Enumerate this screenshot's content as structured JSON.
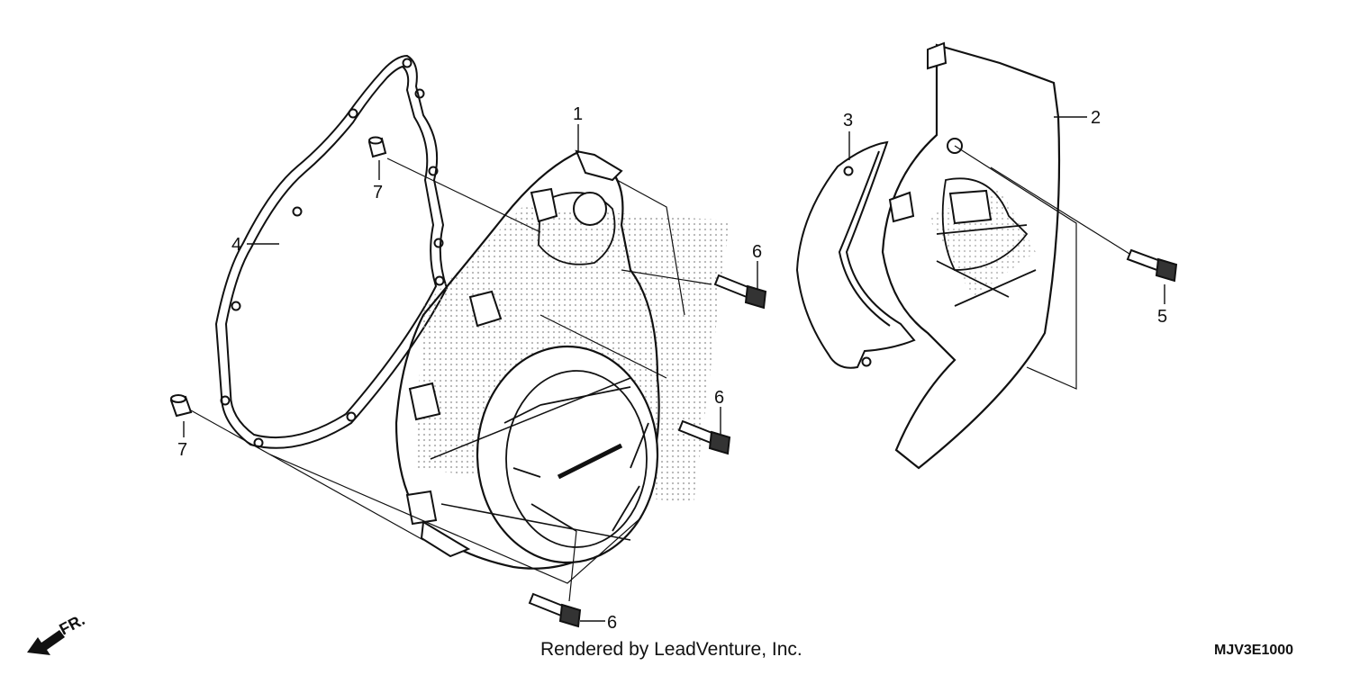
{
  "callouts": {
    "c1": "1",
    "c2": "2",
    "c3": "3",
    "c4": "4",
    "c5": "5",
    "c6a": "6",
    "c6b": "6",
    "c6c": "6",
    "c7a": "7",
    "c7b": "7"
  },
  "direction": {
    "label": "FR."
  },
  "footer": {
    "credit": "Rendered by LeadVenture, Inc.",
    "code": "MJV3E1000"
  },
  "colors": {
    "line": "#111111",
    "shade": "#bbbbbb"
  }
}
